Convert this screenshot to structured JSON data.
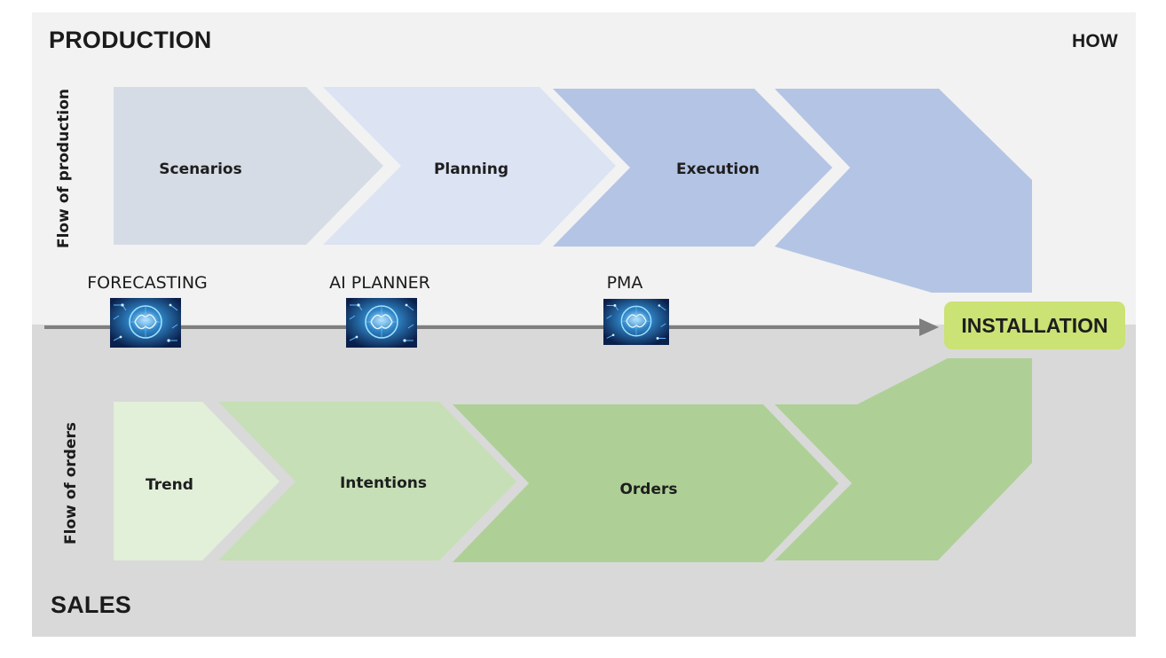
{
  "production": {
    "title": "PRODUCTION",
    "corner_label": "HOW",
    "flow_label": "Flow of production",
    "stages": [
      {
        "label": "Scenarios",
        "color": "#d6dce5"
      },
      {
        "label": "Planning",
        "color": "#dce3f3"
      },
      {
        "label": "Execution",
        "color": "#b4c4e4"
      },
      {
        "label": "",
        "color": "#b4c4e4"
      }
    ]
  },
  "sales": {
    "title": "SALES",
    "flow_label": "Flow of orders",
    "stages": [
      {
        "label": "Trend",
        "color": "#e2efd9"
      },
      {
        "label": "Intentions",
        "color": "#c6dfb6"
      },
      {
        "label": "Orders",
        "color": "#aed096"
      },
      {
        "label": "",
        "color": "#aed096"
      }
    ]
  },
  "ai_tools": [
    {
      "label": "FORECASTING",
      "icon": "ai-brain-icon"
    },
    {
      "label": "AI PLANNER",
      "icon": "ai-brain-icon"
    },
    {
      "label": "PMA",
      "icon": "ai-brain-icon"
    }
  ],
  "endpoint": {
    "label": "INSTALLATION",
    "color": "#cbe274"
  },
  "colors": {
    "production_band": "#f2f2f2",
    "sales_band": "#d9d9d9",
    "timeline_arrow": "#7f7f7f"
  }
}
